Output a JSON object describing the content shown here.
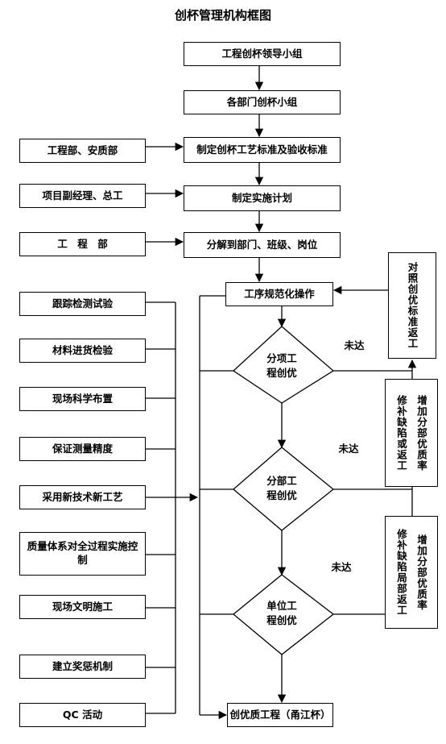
{
  "title": "创杯管理机构框图",
  "main_flow": {
    "leading_group": "工程创杯领导小组",
    "dept_group": "各部门创杯小组",
    "standards": "制定创杯工艺标准及验收标准",
    "plan": "制定实施计划",
    "decompose": "分解到部门、班级、岗位",
    "standardize": "工序规范化操作",
    "final": "创优质工程（甬江杯）"
  },
  "inputs": {
    "engineering_safety": "工程部、安质部",
    "pm_chief": "项目副经理、总工",
    "engineering_dept": "工　程　部"
  },
  "measures": [
    "跟踪检测试验",
    "材料进货检验",
    "现场科学布置",
    "保证测量精度",
    "采用新技术新工艺",
    "质量体系对全过程实施控制",
    "现场文明施工",
    "建立奖惩机制",
    "QC 活动"
  ],
  "decisions": {
    "item": "分项工\n程创优",
    "division": "分部工\n程创优",
    "unit": "单位工\n程创优"
  },
  "not_reached": [
    "未达",
    "未达",
    "未达"
  ],
  "feedback": {
    "compare_rework": "对照创优标准返工",
    "division_repair": [
      "增加分部优质率",
      "修补缺陷或返工"
    ],
    "unit_repair": [
      "增加分部优质率",
      "修补缺陷局部返工"
    ]
  }
}
